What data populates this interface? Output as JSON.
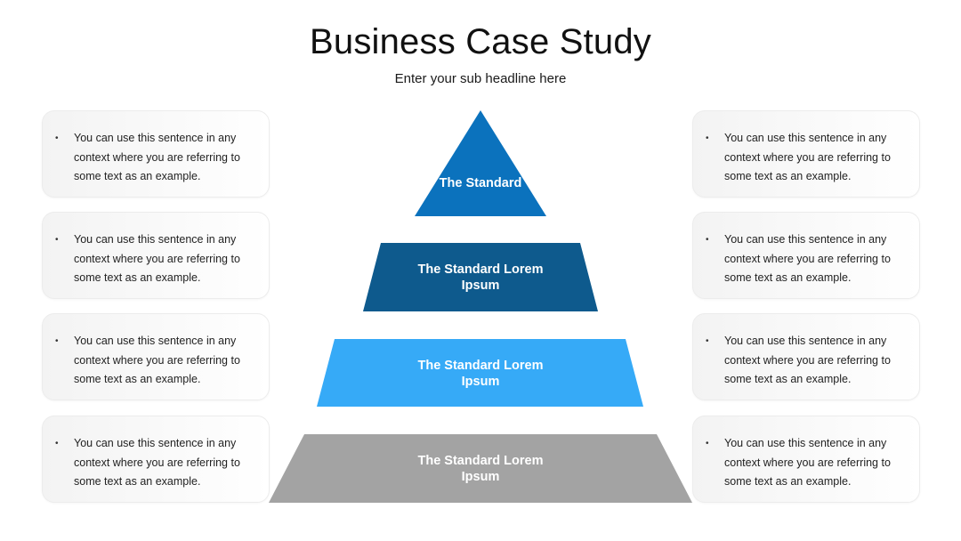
{
  "title": "Business Case Study",
  "subtitle": "Enter your sub headline here",
  "tiers": [
    {
      "label": "The Standard",
      "color": "#0b72bd"
    },
    {
      "label": "The Standard Lorem Ipsum",
      "color": "#0e5a8d"
    },
    {
      "label": "The Standard Lorem Ipsum",
      "color": "#36aaf7"
    },
    {
      "label": "The Standard Lorem Ipsum",
      "color": "#a3a3a3"
    }
  ],
  "left_cards": [
    {
      "text": "You can use this sentence in any context where you are referring to some text as an example."
    },
    {
      "text": "You can use this sentence in any context where you are referring to some text as an example."
    },
    {
      "text": "You can use this sentence in any context where you are referring to some text as an example."
    },
    {
      "text": "You can use this sentence in any context where you are referring to some text as an example."
    }
  ],
  "right_cards": [
    {
      "text": "You can use this sentence in any context where you are referring to some text as an example."
    },
    {
      "text": "You can use this sentence in any context where you are referring to some text as an example."
    },
    {
      "text": "You can use this sentence in any context where you are referring to some text as an example."
    },
    {
      "text": "You can use this sentence in any context where you are referring to some text as an example."
    }
  ]
}
